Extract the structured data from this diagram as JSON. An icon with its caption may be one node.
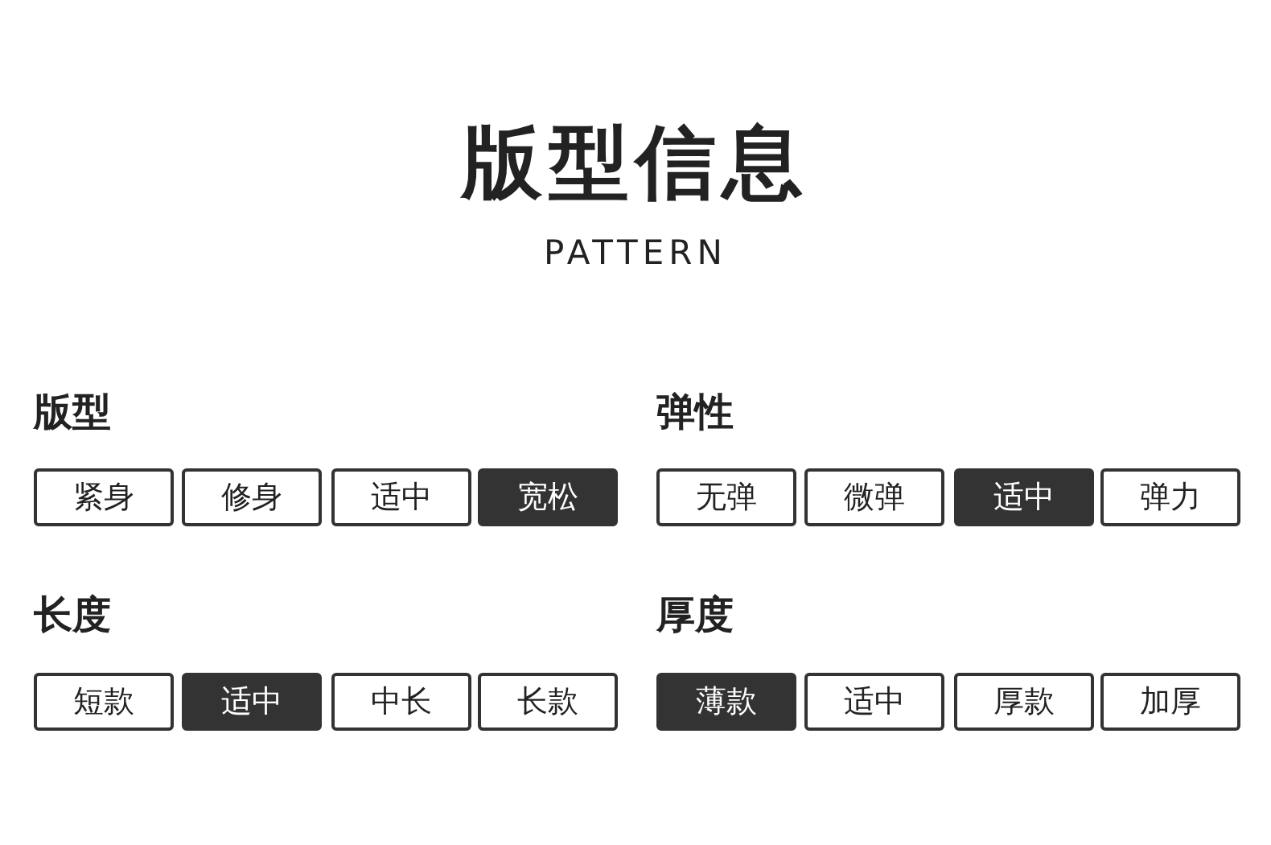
{
  "diagram": {
    "title": "版型信息",
    "nodes": [
      {
        "text": [
          "紧身"
        ]
      },
      {
        "text": [
          "修身"
        ]
      },
      {
        "text": [
          "适中"
        ]
      },
      {
        "text": [
          "宽松"
        ]
      },
      {
        "text": [
          "无弹"
        ]
      },
      {
        "text": [
          "微弹"
        ]
      },
      {
        "text": [
          "适中"
        ]
      },
      {
        "text": [
          "弹力"
        ]
      },
      {
        "text": [
          "短款"
        ]
      },
      {
        "text": [
          "适中"
        ]
      },
      {
        "text": [
          "中长"
        ]
      },
      {
        "text": [
          "长款"
        ]
      },
      {
        "text": [
          "薄款"
        ]
      },
      {
        "text": [
          "适中"
        ]
      },
      {
        "text": [
          "厚款"
        ]
      },
      {
        "text": [
          "加厚"
        ]
      }
    ],
    "labels": [
      "PATTERN",
      "版型",
      "弹性",
      "长度",
      "厚度"
    ]
  }
}
